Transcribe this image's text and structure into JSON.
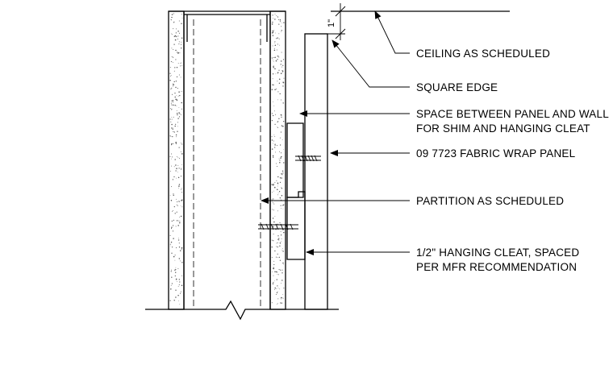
{
  "notes": {
    "ceiling": "CEILING AS SCHEDULED",
    "square_edge": "SQUARE EDGE",
    "space_line1": "SPACE BETWEEN PANEL AND WALL",
    "space_line2": "FOR SHIM AND HANGING CLEAT",
    "fabric_panel": "09 7723 FABRIC WRAP PANEL",
    "partition": "PARTITION AS SCHEDULED",
    "cleat_line1": "1/2\" HANGING CLEAT, SPACED",
    "cleat_line2": "PER MFR RECOMMENDATION"
  },
  "dimension": {
    "gap": "1\""
  }
}
